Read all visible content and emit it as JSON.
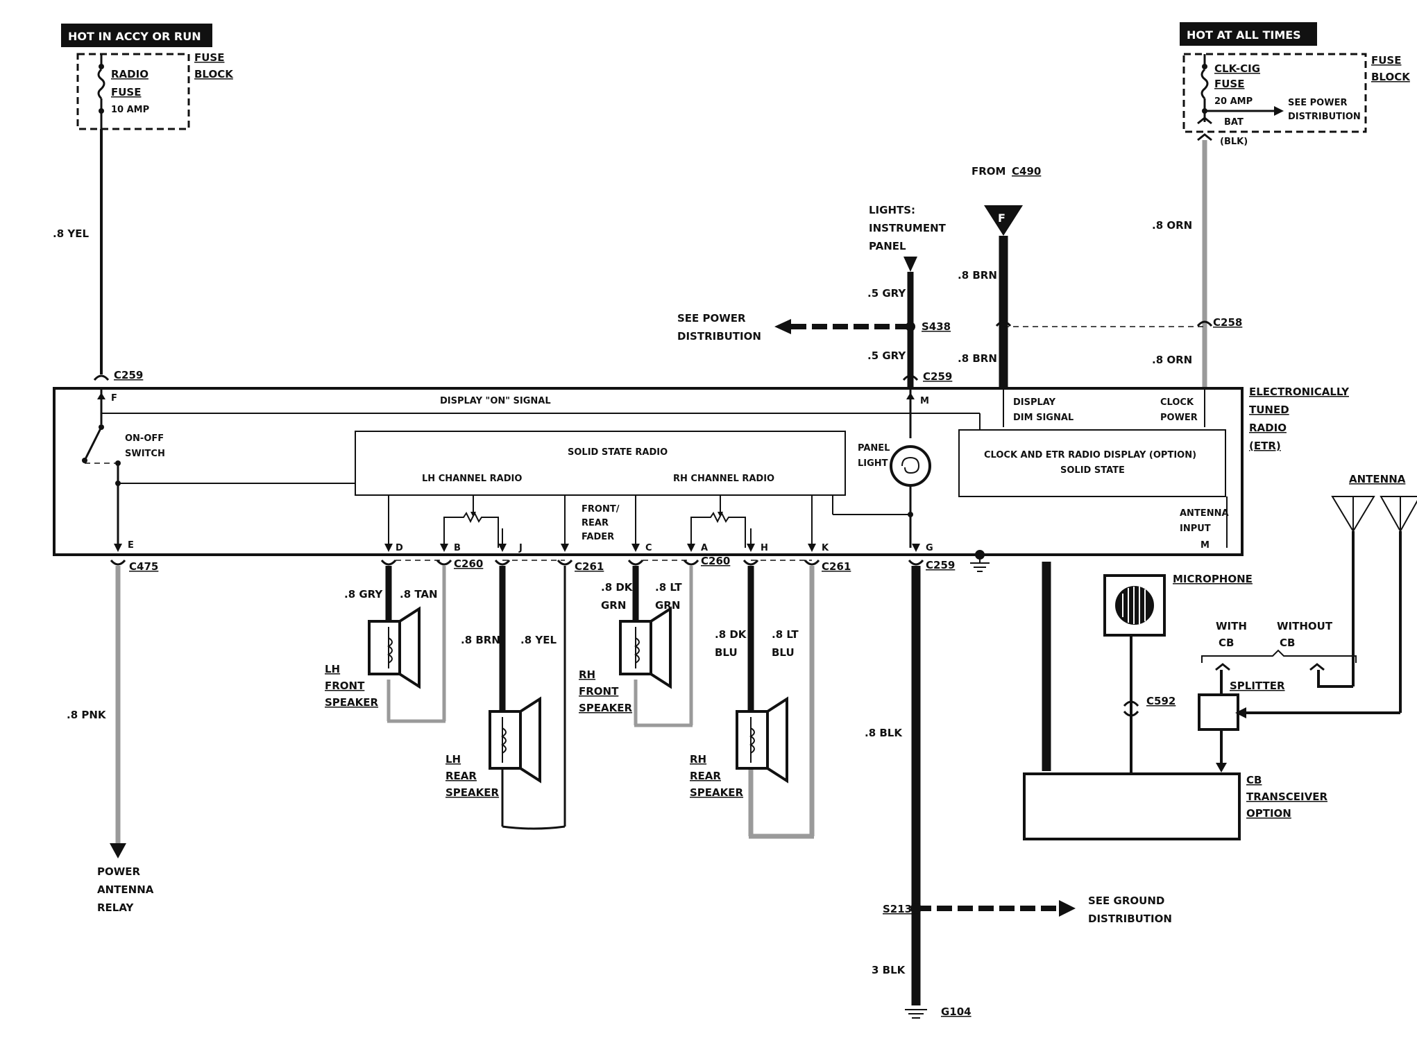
{
  "power": {
    "hot_accy_run": "HOT IN ACCY OR RUN",
    "hot_all_times": "HOT AT ALL TIMES"
  },
  "fuse_left": {
    "name_line1": "RADIO",
    "name_line2": "FUSE",
    "rating": "10 AMP",
    "block_line1": "FUSE",
    "block_line2": "BLOCK"
  },
  "fuse_right": {
    "name_line1": "CLK-CIG",
    "name_line2": "FUSE",
    "rating": "20 AMP",
    "bat": "BAT",
    "see_power_line1": "SEE POWER",
    "see_power_line2": "DISTRIBUTION",
    "block_line1": "FUSE",
    "block_line2": "BLOCK",
    "wire_note": "(BLK)"
  },
  "top": {
    "from_label": "FROM",
    "from_connector": "C490",
    "f_marker": "F",
    "lights_line1": "LIGHTS:",
    "lights_line2": "INSTRUMENT",
    "lights_line3": "PANEL",
    "see_power_line1": "SEE POWER",
    "see_power_line2": "DISTRIBUTION",
    "splice_s438": "S438"
  },
  "wires": {
    "yel_8": ".8 YEL",
    "gry_5a": ".5 GRY",
    "gry_5b": ".5 GRY",
    "brn_8a": ".8 BRN",
    "brn_8b": ".8 BRN",
    "orn_8a": ".8 ORN",
    "orn_8b": ".8 ORN",
    "pnk_8": ".8 PNK",
    "gry_8": ".8 GRY",
    "tan_8": ".8 TAN",
    "brn_8c": ".8 BRN",
    "yel_8b": ".8 YEL",
    "dk_grn_l1": ".8 DK",
    "dk_grn_l2": "GRN",
    "lt_grn_l1": ".8 LT",
    "lt_grn_l2": "GRN",
    "dk_blu_l1": ".8 DK",
    "dk_blu_l2": "BLU",
    "lt_blu_l1": ".8 LT",
    "lt_blu_l2": "BLU",
    "blk_8": ".8 BLK",
    "blk_3": "3 BLK"
  },
  "connectors": {
    "c259_top_left": "C259",
    "c259_top_mid": "C259",
    "c258": "C258",
    "c475": "C475",
    "c260_a": "C260",
    "c261_a": "C261",
    "c260_b": "C260",
    "c261_b": "C261",
    "c259_bottom": "C259",
    "c592": "C592",
    "s213": "S213",
    "g104": "G104"
  },
  "pins": {
    "f": "F",
    "m": "M",
    "e": "E",
    "d": "D",
    "b": "B",
    "j": "J",
    "c": "C",
    "a": "A",
    "h": "H",
    "k": "K",
    "g": "G",
    "m2": "M"
  },
  "radio": {
    "display_on_signal": "DISPLAY \"ON\" SIGNAL",
    "on_off_line1": "ON-OFF",
    "on_off_line2": "SWITCH",
    "solid_state_radio": "SOLID STATE RADIO",
    "lh_channel": "LH CHANNEL RADIO",
    "rh_channel": "RH CHANNEL RADIO",
    "fader_line1": "FRONT/",
    "fader_line2": "REAR",
    "fader_line3": "FADER",
    "panel_light_line1": "PANEL",
    "panel_light_line2": "LIGHT",
    "display_dim_line1": "DISPLAY",
    "display_dim_line2": "DIM SIGNAL",
    "clock_power_line1": "CLOCK",
    "clock_power_line2": "POWER",
    "etr_display_line1": "CLOCK AND ETR RADIO DISPLAY (OPTION)",
    "etr_display_line2": "SOLID STATE",
    "antenna_input_line1": "ANTENNA",
    "antenna_input_line2": "INPUT",
    "etr_line1": "ELECTRONICALLY",
    "etr_line2": "TUNED",
    "etr_line3": "RADIO",
    "etr_line4": "(ETR)"
  },
  "speakers": {
    "lh_front_1": "LH",
    "lh_front_2": "FRONT",
    "lh_front_3": "SPEAKER",
    "lh_rear_1": "LH",
    "lh_rear_2": "REAR",
    "lh_rear_3": "SPEAKER",
    "rh_front_1": "RH",
    "rh_front_2": "FRONT",
    "rh_front_3": "SPEAKER",
    "rh_rear_1": "RH",
    "rh_rear_2": "REAR",
    "rh_rear_3": "SPEAKER"
  },
  "bottom": {
    "power_antenna_line1": "POWER",
    "power_antenna_line2": "ANTENNA",
    "power_antenna_line3": "RELAY",
    "see_ground_line1": "SEE GROUND",
    "see_ground_line2": "DISTRIBUTION"
  },
  "cb": {
    "antenna": "ANTENNA",
    "microphone": "MICROPHONE",
    "with_line1": "WITH",
    "with_line2": "CB",
    "without_line1": "WITHOUT",
    "without_line2": "CB",
    "splitter": "SPLITTER",
    "transceiver_line1": "CB",
    "transceiver_line2": "TRANSCEIVER",
    "transceiver_line3": "OPTION"
  }
}
